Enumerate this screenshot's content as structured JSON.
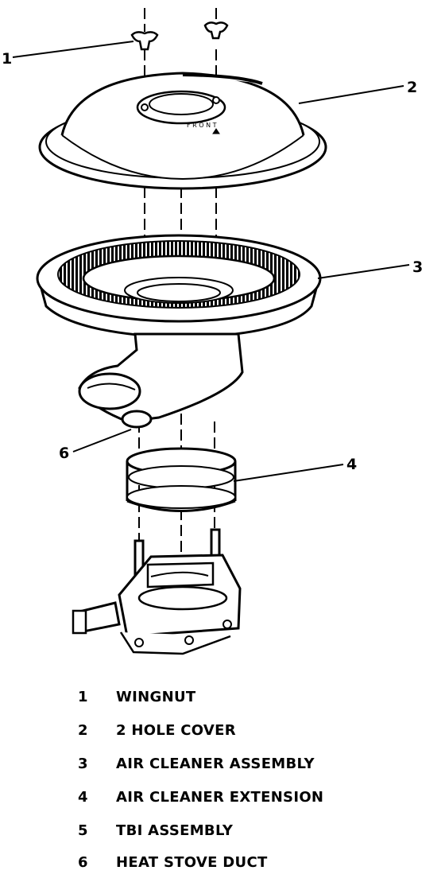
{
  "callouts": [
    {
      "num": "1"
    },
    {
      "num": "2"
    },
    {
      "num": "3"
    },
    {
      "num": "4"
    },
    {
      "num": "6"
    }
  ],
  "legend": [
    {
      "num": "1",
      "label": "WINGNUT"
    },
    {
      "num": "2",
      "label": "2 HOLE COVER"
    },
    {
      "num": "3",
      "label": "AIR CLEANER ASSEMBLY"
    },
    {
      "num": "4",
      "label": "AIR CLEANER EXTENSION"
    },
    {
      "num": "5",
      "label": "TBI ASSEMBLY"
    },
    {
      "num": "6",
      "label": "HEAT STOVE DUCT"
    }
  ]
}
